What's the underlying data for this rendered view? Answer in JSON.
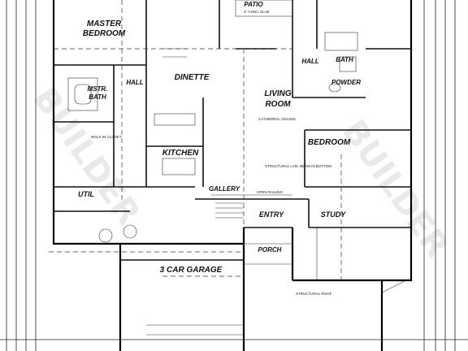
{
  "rooms": {
    "master_bedroom": [
      "MASTER",
      "BEDROOM"
    ],
    "dinette": "DINETTE",
    "living_room": [
      "LIVING",
      "ROOM"
    ],
    "hall": "HALL",
    "hall_right": "HALL",
    "bath": "BATH",
    "powder": "POWDER",
    "mstr_bath": [
      "MSTR.",
      "BATH"
    ],
    "kitchen": "KITCHEN",
    "bedroom": "BEDROOM",
    "gallery": "GALLERY",
    "util": "UTIL",
    "entry": "ENTRY",
    "study": "STUDY",
    "porch": "PORCH",
    "garage": "3 CAR GARAGE",
    "patio": "PATIO"
  },
  "notes": {
    "structural_lam_beam": "STRUCTURAL LAM. BEAM IN BOTTOM",
    "cathedral_ceiling": "CATHEDRAL CEILING",
    "vaulted_ceiling": "CATHEDRAL CEILING",
    "walk_in_closet": "WALK IN CLOSET",
    "open_railing": "OPEN RAILING",
    "conc_slab": "4\" CONC SLAB",
    "structural_roof": "STRUCTURAL ROOF"
  },
  "watermark": "BUILDER"
}
